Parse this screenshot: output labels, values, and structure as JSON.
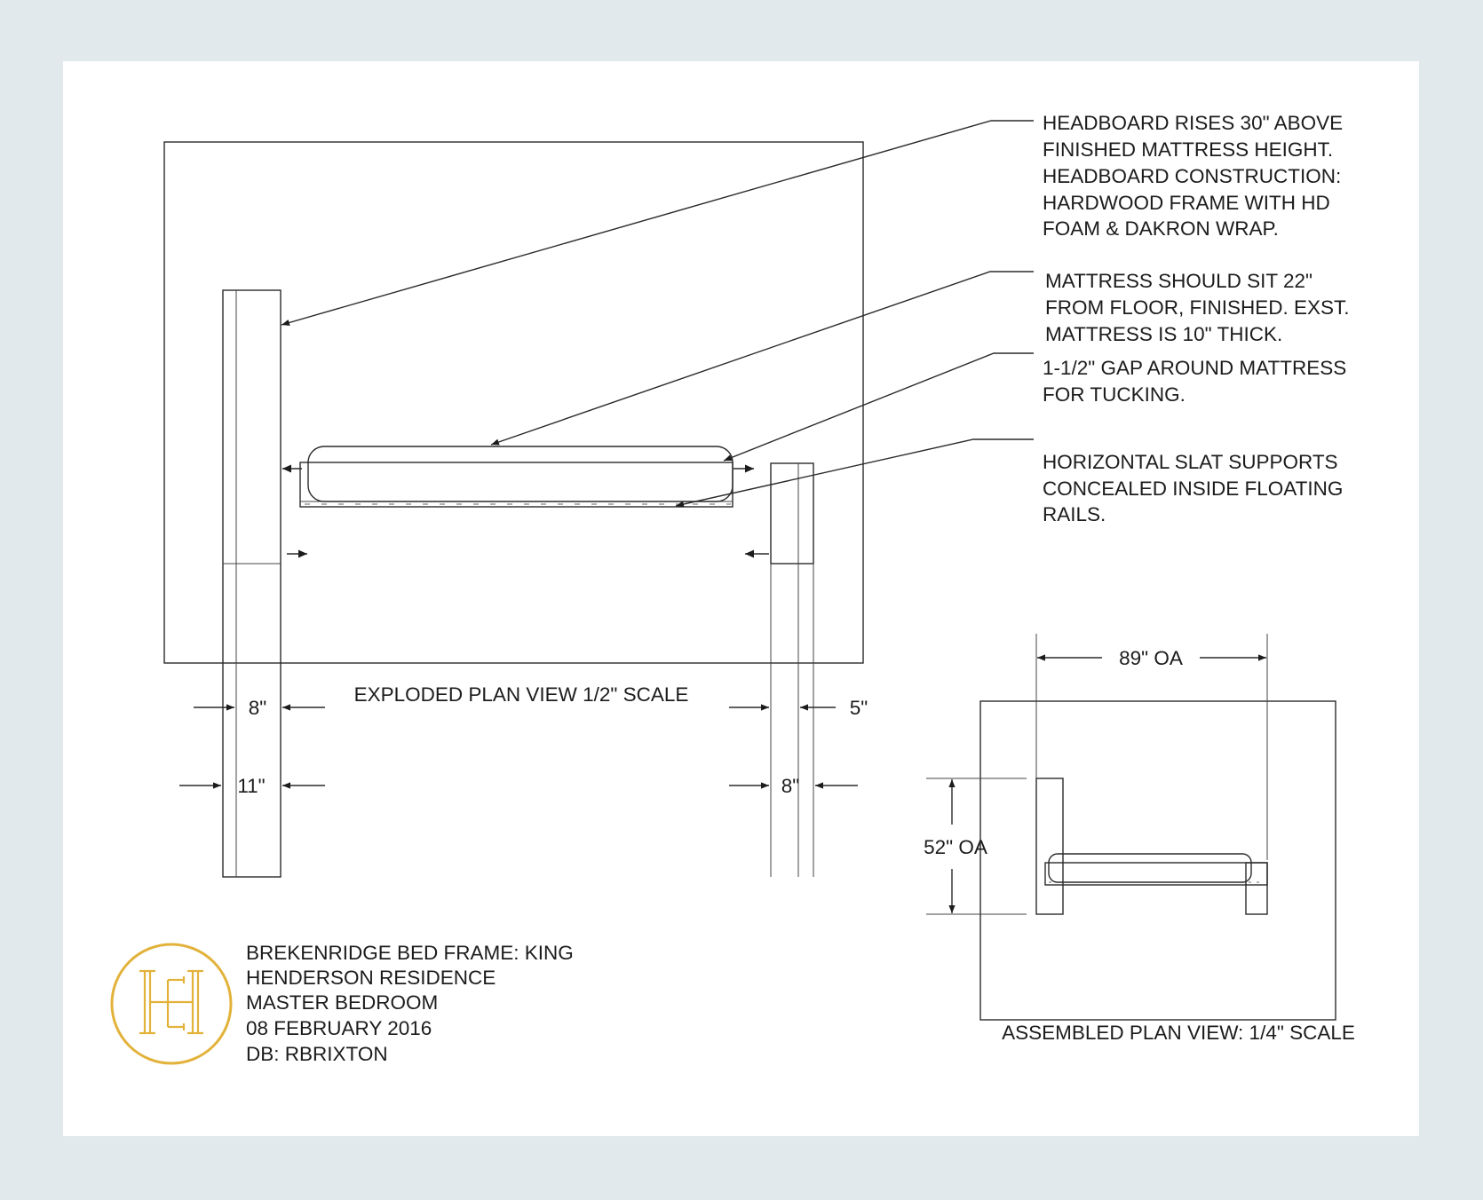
{
  "drawing": {
    "callouts": [
      {
        "lines": [
          "HEADBOARD RISES 30\" ABOVE",
          "FINISHED MATTRESS HEIGHT.",
          "HEADBOARD CONSTRUCTION:",
          "HARDWOOD FRAME WITH HD",
          "FOAM & DAKRON WRAP."
        ]
      },
      {
        "lines": [
          "MATTRESS SHOULD SIT 22\"",
          "FROM FLOOR, FINISHED. EXST.",
          "MATTRESS IS 10\" THICK."
        ]
      },
      {
        "lines": [
          "1-1/2\" GAP AROUND MATTRESS",
          "FOR TUCKING."
        ]
      },
      {
        "lines": [
          "HORIZONTAL SLAT SUPPORTS",
          "CONCEALED INSIDE FLOATING",
          "RAILS."
        ]
      }
    ],
    "exploded_view": {
      "title": "EXPLODED PLAN VIEW 1/2\" SCALE",
      "dims": {
        "headboard_inner": "8\"",
        "headboard_outer": "11\"",
        "footboard_inner": "5\"",
        "footboard_outer": "8\""
      }
    },
    "assembled_view": {
      "title": "ASSEMBLED PLAN VIEW: 1/4\" SCALE",
      "width_dim": "89\" OA",
      "height_dim": "52\" OA"
    },
    "title_block": {
      "logo_letters": "HE",
      "lines": [
        "BREKENRIDGE BED FRAME: KING",
        "HENDERSON RESIDENCE",
        "MASTER BEDROOM",
        "08 FEBRUARY 2016",
        "DB: RBRIXTON"
      ]
    },
    "colors": {
      "page_background": "#e1e9ec",
      "sheet": "#ffffff",
      "ink": "#1c1c1c",
      "logo_gold": "#e2b23a"
    }
  }
}
